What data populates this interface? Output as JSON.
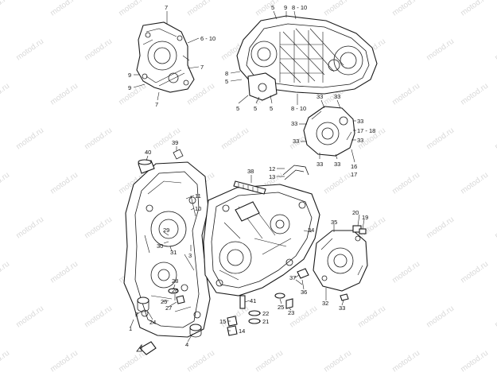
{
  "diagram": {
    "watermark_text": "motod.ru",
    "callouts": {
      "c7a": "7",
      "c6_10": "6 - 10",
      "c7b": "7",
      "c9a": "9",
      "c9b": "9",
      "c7c": "7",
      "c5a": "5",
      "c9c": "9",
      "c8_10a": "8 - 10",
      "c8": "8",
      "c5b": "5",
      "c5c": "5",
      "c5d": "5",
      "c5e": "5",
      "c8_10b": "8 - 10",
      "c33a": "33",
      "c33b": "33",
      "c33c": "33",
      "c33d": "33",
      "c33e": "33",
      "c17_18": "17 - 18",
      "c33f": "33",
      "c33g": "33",
      "c33h": "33",
      "c16": "16",
      "c17": "17",
      "c39": "39",
      "c40": "40",
      "c38": "38",
      "c12": "12",
      "c13": "13",
      "c11": "11",
      "c10": "10",
      "c29": "29",
      "c30": "30",
      "c31": "31",
      "c3": "3",
      "c34": "34",
      "c35": "35",
      "c20": "20",
      "c19": "19",
      "c37": "37",
      "c36": "36",
      "c32": "32",
      "c33i": "33",
      "c28": "28",
      "c26": "26",
      "c25": "25",
      "c27": "27",
      "c24": "24",
      "c2": "2",
      "c1": "1",
      "c41": "41",
      "c22": "22",
      "c15": "15",
      "c21": "21",
      "c14": "14",
      "c25b": "25",
      "c23": "23",
      "c4": "4"
    }
  }
}
